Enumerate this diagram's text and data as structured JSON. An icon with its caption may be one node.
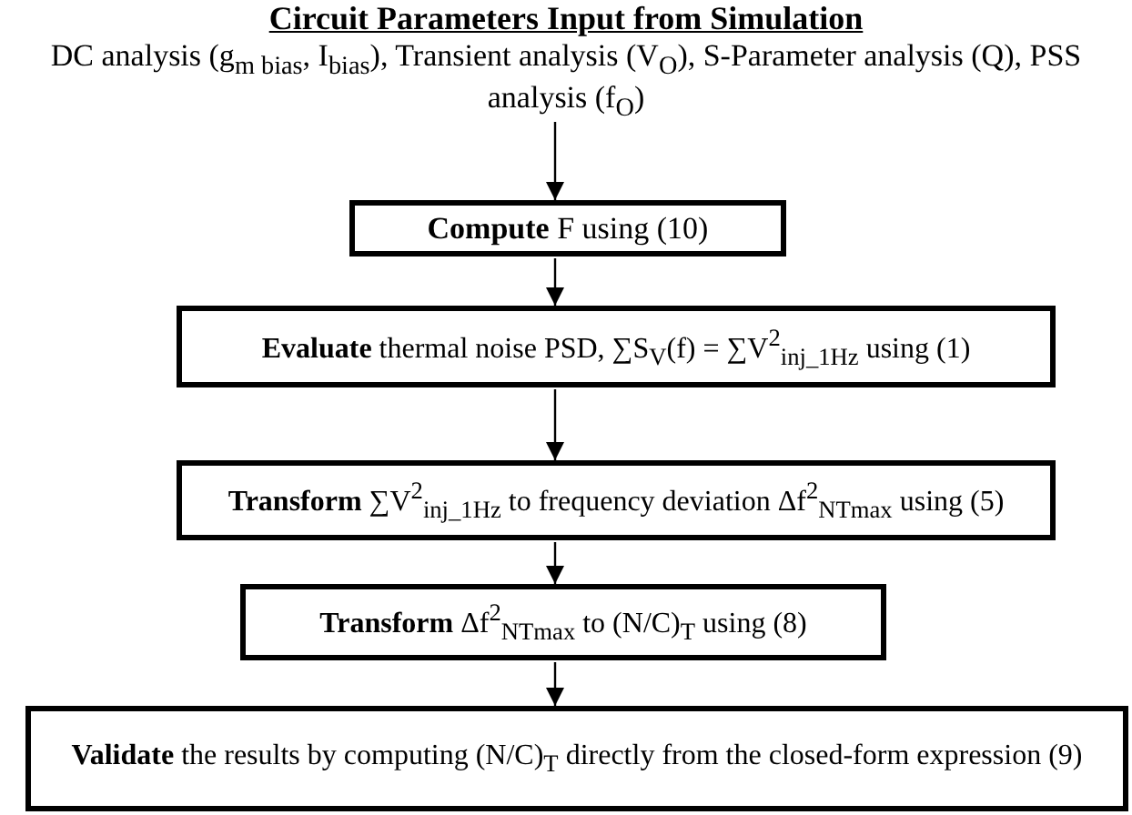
{
  "diagram": {
    "nodes": [
      {
        "text": [
          "Circuit Parameters Input from Simulation",
          "DC analysis (g$_{m bias}$, I$_{bias}$), Transient analysis (V$_{O}$), S-Parameter analysis (Q), PSS analysis (f$_{O}$)"
        ]
      },
      {
        "text": [
          "**Compute** F using (10)"
        ]
      },
      {
        "text": [
          "**Evaluate** thermal noise PSD, ∑S$_{V}$(f) = ∑V$^{2}$$_{inj_1Hz}$ using (1)"
        ]
      },
      {
        "text": [
          "**Transform** ∑V$^{2}$$_{inj_1Hz}$ to frequency deviation Δf$^{2}$$_{NTmax}$ using (5)"
        ]
      },
      {
        "text": [
          "**Transform** Δf$^{2}$$_{NTmax}$ to (N/C)$_{T}$ using (8)"
        ]
      },
      {
        "text": [
          "**Validate** the results by computing (N/C)$_{T}$ directly from the closed-form expression (9)"
        ]
      }
    ],
    "edges": [
      {
        "from": 0,
        "to": 1,
        "arrow": "to"
      },
      {
        "from": 1,
        "to": 2,
        "arrow": "to"
      },
      {
        "from": 2,
        "to": 3,
        "arrow": "to"
      },
      {
        "from": 3,
        "to": 4,
        "arrow": "to"
      },
      {
        "from": 4,
        "to": 5,
        "arrow": "to"
      }
    ]
  }
}
